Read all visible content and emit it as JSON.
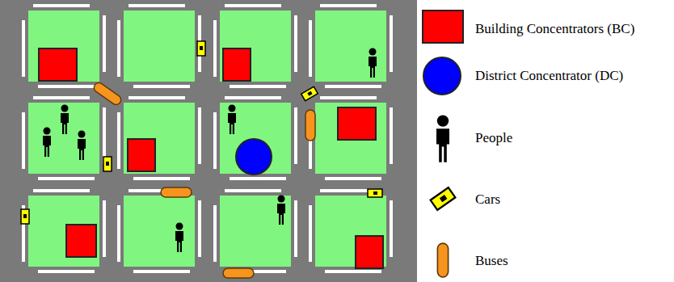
{
  "diagram": {
    "legend": [
      {
        "text": "Building Concentrators (BC)",
        "color": "#ff0000"
      },
      {
        "text": "District Concentrator (DC)",
        "color": "#0000ff"
      },
      {
        "text": "People"
      },
      {
        "text": "Cars"
      },
      {
        "text": "Buses"
      }
    ]
  }
}
